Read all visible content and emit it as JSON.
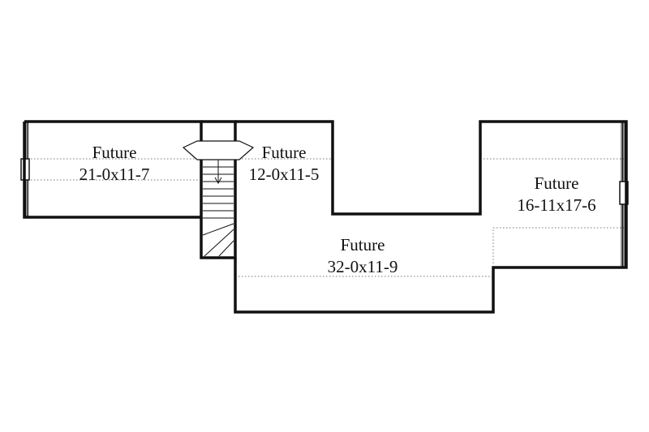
{
  "rooms": [
    {
      "id": "west",
      "name": "Future",
      "dims": "21-0x11-7"
    },
    {
      "id": "center",
      "name": "Future",
      "dims": "12-0x11-5"
    },
    {
      "id": "east",
      "name": "Future",
      "dims": "16-11x17-6"
    },
    {
      "id": "south",
      "name": "Future",
      "dims": "32-0x11-9"
    }
  ],
  "colors": {
    "wall": "#111111",
    "background": "#ffffff",
    "eave_line": "#777777"
  }
}
